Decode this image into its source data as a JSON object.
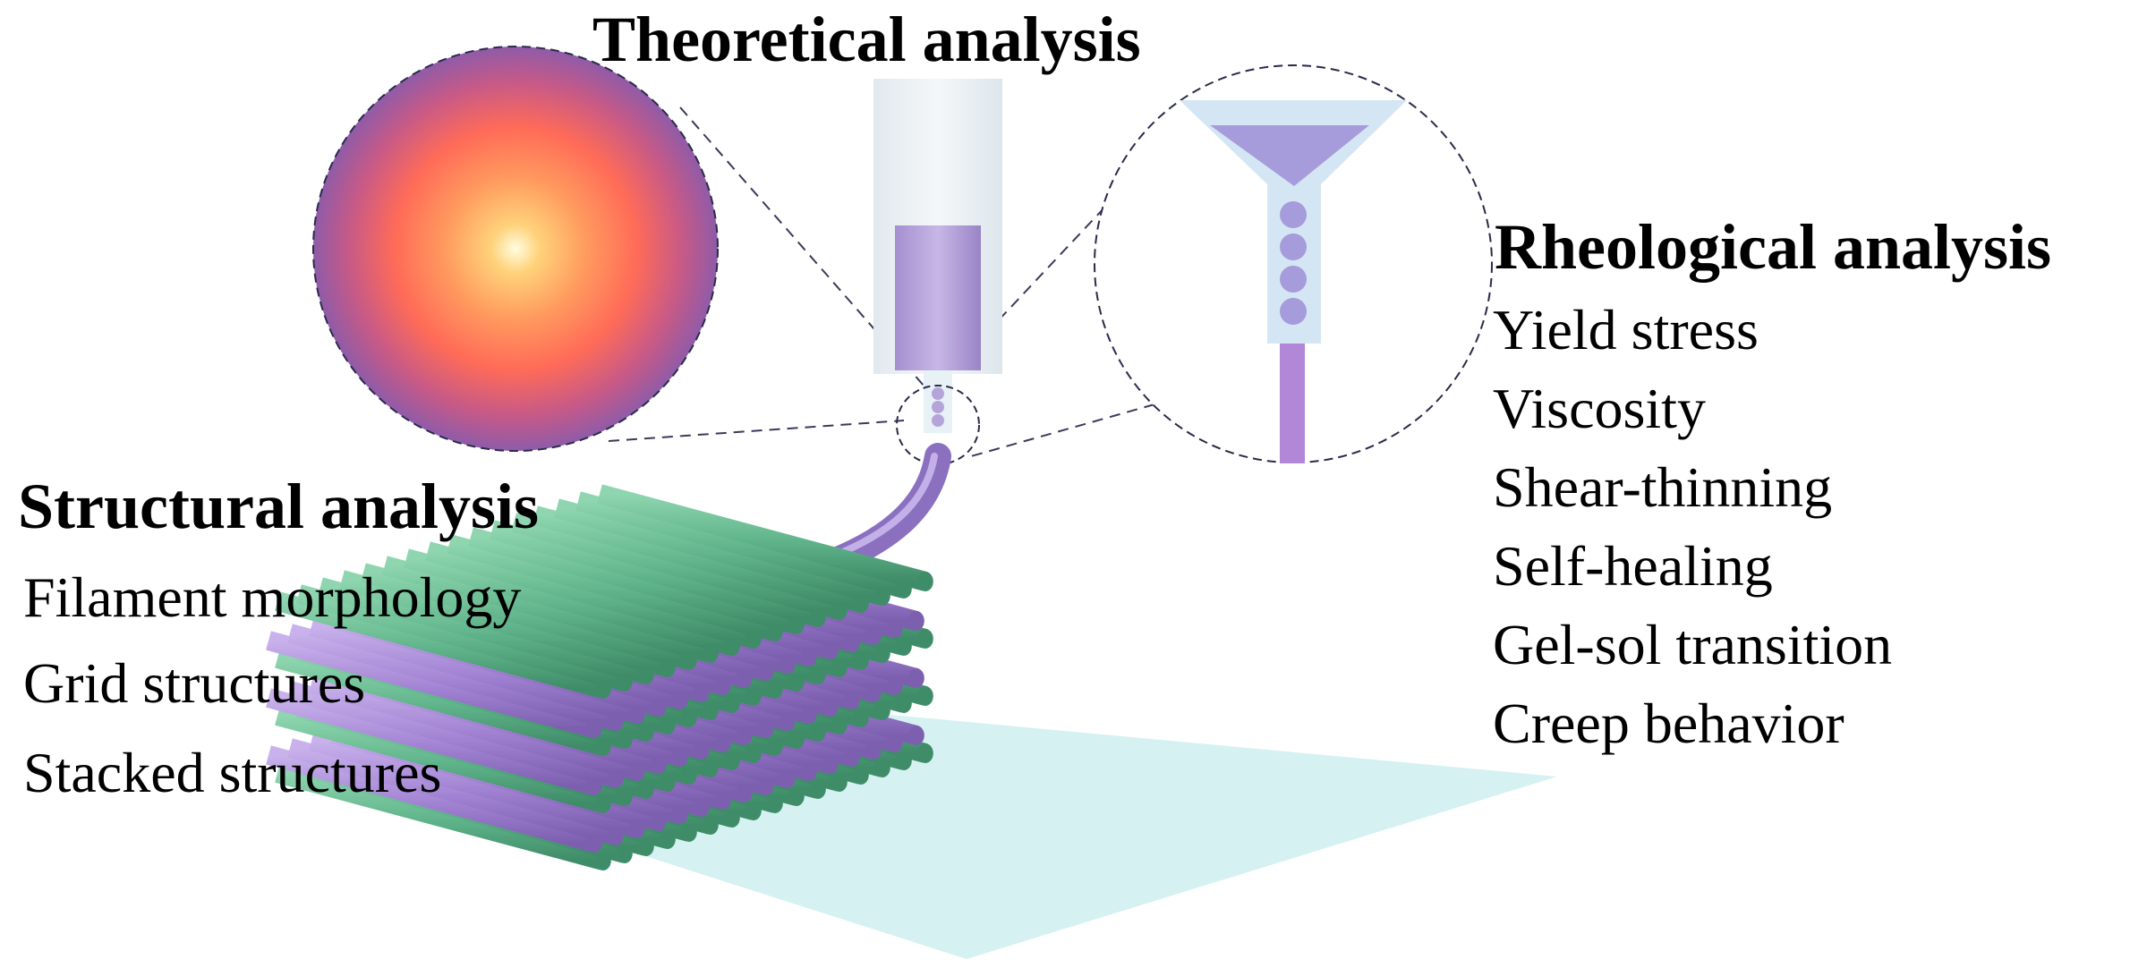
{
  "theoretical": {
    "title": "Theoretical analysis"
  },
  "rheological": {
    "title": "Rheological analysis",
    "items": [
      "Yield stress",
      "Viscosity",
      "Shear-thinning",
      "Self-healing",
      "Gel-sol transition",
      "Creep behavior"
    ]
  },
  "structural": {
    "title": "Structural analysis",
    "items": [
      "Filament morphology",
      "Grid structures",
      "Stacked structures"
    ]
  },
  "colors": {
    "filament_purple": "#a98bd6",
    "filament_green": "#5fb38a",
    "platform": "#d6f1f2",
    "nozzle_body": "#e9eff3",
    "ink": "#b9a7dc"
  }
}
